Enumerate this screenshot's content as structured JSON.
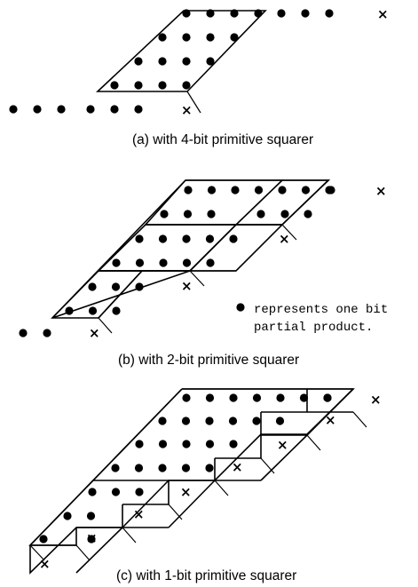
{
  "panels": [
    {
      "caption": "(a) with 4-bit primitive squarer",
      "primitive_bits": 4
    },
    {
      "caption": "(b) with 2-bit primitive squarer",
      "primitive_bits": 2
    },
    {
      "caption": "(c) with 1-bit primitive squarer",
      "primitive_bits": 1
    }
  ],
  "legend": {
    "line1": "represents one bit",
    "line2": "partial product."
  },
  "x_mark": "×"
}
